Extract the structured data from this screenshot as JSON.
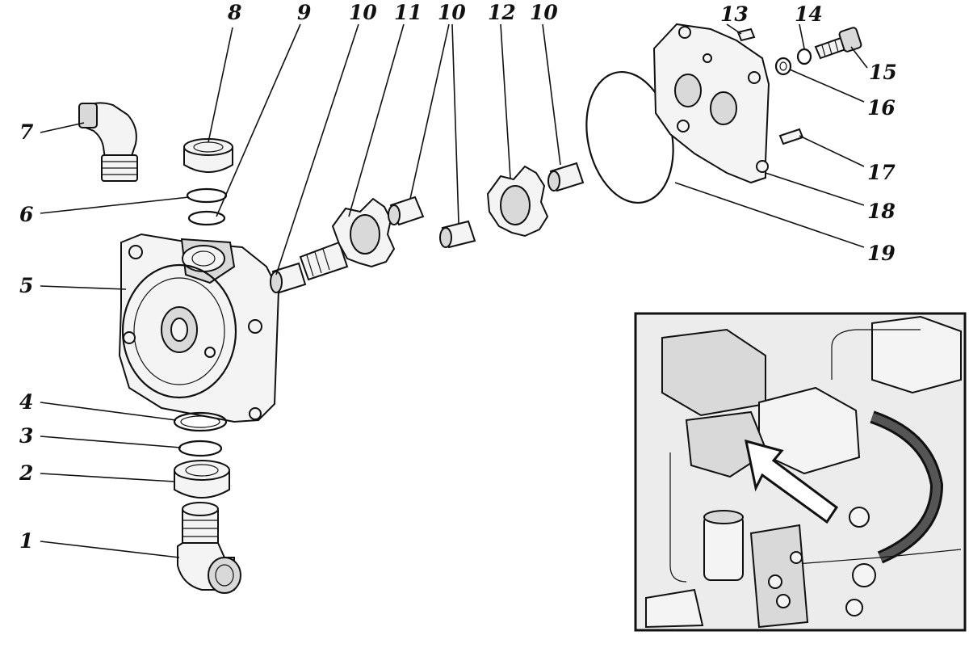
{
  "labels": [
    {
      "id": "7",
      "text": "7"
    },
    {
      "id": "8",
      "text": "8"
    },
    {
      "id": "9",
      "text": "9"
    },
    {
      "id": "10a",
      "text": "10"
    },
    {
      "id": "11",
      "text": "11"
    },
    {
      "id": "10b",
      "text": "10"
    },
    {
      "id": "12",
      "text": "12"
    },
    {
      "id": "10c",
      "text": "10"
    },
    {
      "id": "13",
      "text": "13"
    },
    {
      "id": "14",
      "text": "14"
    },
    {
      "id": "15",
      "text": "15"
    },
    {
      "id": "16",
      "text": "16"
    },
    {
      "id": "17",
      "text": "17"
    },
    {
      "id": "18",
      "text": "18"
    },
    {
      "id": "19",
      "text": "19"
    },
    {
      "id": "6",
      "text": "6"
    },
    {
      "id": "5",
      "text": "5"
    },
    {
      "id": "4",
      "text": "4"
    },
    {
      "id": "3",
      "text": "3"
    },
    {
      "id": "2",
      "text": "2"
    },
    {
      "id": "1",
      "text": "1"
    }
  ]
}
